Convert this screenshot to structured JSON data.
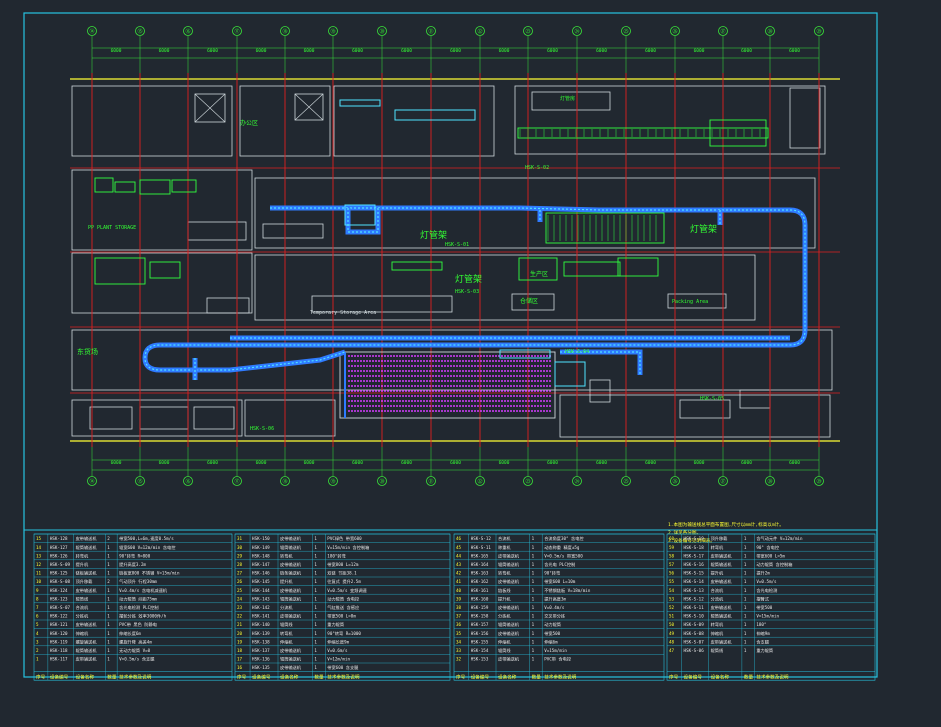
{
  "colors": {
    "background": "#212830",
    "frame": "#27c3e0",
    "grid_axis": "#e02020",
    "building": "#cfd8dc",
    "dim": "#39e639",
    "text_green": "#33ff33",
    "text_yellow": "#ffff33",
    "conveyor_blue": "#2f7bff",
    "conveyor_cyan": "#4fe3ff",
    "storage_purple": "#d63cff",
    "equipment_green": "#30ff40",
    "table_text": "#e8e8e8"
  },
  "axes": {
    "top": [
      "⑭",
      "⑮",
      "⑯",
      "⑰",
      "⑱",
      "⑲",
      "⑳",
      "㉑",
      "㉒",
      "㉓",
      "㉔",
      "㉕",
      "㉖",
      "㉗",
      "㉘",
      "㉙"
    ],
    "bottom": [
      "⑭",
      "⑮",
      "⑯",
      "⑰",
      "⑱",
      "⑲",
      "⑳",
      "㉑",
      "㉒",
      "㉓",
      "㉔",
      "㉕",
      "㉖",
      "㉗",
      "㉘",
      "㉙"
    ]
  },
  "dims_top": [
    "6000",
    "6000",
    "6000",
    "6000",
    "6000",
    "6000",
    "6000",
    "6000",
    "6000",
    "6000",
    "6000",
    "6000",
    "6000",
    "6000",
    "6000"
  ],
  "dims_bottom": [
    "6000",
    "6000",
    "6000",
    "6000",
    "6000",
    "6000",
    "6000",
    "6000",
    "6000",
    "6000",
    "6000",
    "6000",
    "6000",
    "6000",
    "6000"
  ],
  "labels": {
    "east_cargo": "东货场",
    "north_building": "灯管房",
    "left_building": "PP PLANT STORAGE",
    "temp_store": "Temporary Storage Area",
    "light_pipe_1": "灯管架",
    "light_pipe_2": "灯管架",
    "light_pipe_3": "灯管架",
    "area_code_1": "HSK-S-01",
    "area_code_2": "HSK-S-02",
    "area_code_3": "HSK-S-03",
    "area_code_4": "HSK-S-04",
    "area_code_5": "HSK-S-05",
    "area_code_6": "HSK-S-06",
    "production_area": "生产区",
    "office": "办公区",
    "wh_label": "仓储区",
    "plant_label": "Packing Area"
  },
  "notes": [
    "1.本图为输送线总平面布置图,尺寸以mm计,标高以m计。",
    "2.详见各分图。",
    "3.设备编号见明细表。"
  ],
  "table": {
    "footer": [
      "序号",
      "设备编号",
      "设备名称",
      "数量",
      "技术参数及说明"
    ],
    "col1": {
      "rows": [
        [
          "15",
          "HSK-128",
          "皮带输送机",
          "2",
          "带宽500,L=6m,速度0.5m/s"
        ],
        [
          "14",
          "HSK-127",
          "辊筒输送机",
          "1",
          "辊宽600 V=12m/min 含电控"
        ],
        [
          "13",
          "HSK-126",
          "转弯机",
          "1",
          "90°转弯 R=800"
        ],
        [
          "12",
          "HSK-S-09",
          "提升机",
          "1",
          "提升高度3.2m"
        ],
        [
          "11",
          "HSK-125",
          "链板输送机",
          "1",
          "链板宽800 不锈钢 V=15m/min"
        ],
        [
          "10",
          "HSK-S-08",
          "顶升移载",
          "2",
          "气动顶升 行程30mm"
        ],
        [
          "9",
          "HSK-124",
          "皮带输送机",
          "1",
          "V=0.4m/s 含电机减速机"
        ],
        [
          "8",
          "HSK-123",
          "辊筒线",
          "1",
          "动力辊筒 间距75mm"
        ],
        [
          "7",
          "HSK-S-07",
          "合流机",
          "1",
          "含光电检测 PLC控制"
        ],
        [
          "6",
          "HSK-122",
          "分拣机",
          "1",
          "摆轮分拣 效率3000件/h"
        ],
        [
          "5",
          "HSK-121",
          "皮带输送机",
          "1",
          "PVC带 黑色 防静电"
        ],
        [
          "4",
          "HSK-120",
          "伸缩机",
          "1",
          "伸缩长度6m"
        ],
        [
          "3",
          "HSK-119",
          "螺旋输送机",
          "1",
          "螺旋升降 高差4m"
        ],
        [
          "2",
          "HSK-118",
          "辊筒输送机",
          "1",
          "无动力辊筒 V=0"
        ],
        [
          "1",
          "HSK-117",
          "皮带输送机",
          "1",
          "V=0.5m/s 含支腿"
        ]
      ]
    },
    "col2": {
      "rows": [
        [
          "31",
          "HSK-150",
          "皮带输送机",
          "1",
          "PVC绿色 带宽600"
        ],
        [
          "30",
          "HSK-149",
          "辊筒输送机",
          "1",
          "V=15m/min 含控制箱"
        ],
        [
          "29",
          "HSK-148",
          "转弯机",
          "1",
          "180°转弯"
        ],
        [
          "28",
          "HSK-147",
          "皮带输送机",
          "1",
          "带宽800 L=12m"
        ],
        [
          "27",
          "HSK-146",
          "链条输送机",
          "1",
          "双链 节距38.1"
        ],
        [
          "26",
          "HSK-145",
          "提升机",
          "1",
          "往复式 提升2.5m"
        ],
        [
          "25",
          "HSK-144",
          "皮带输送机",
          "1",
          "V=0.5m/s 变频调速"
        ],
        [
          "24",
          "HSK-143",
          "辊筒输送机",
          "1",
          "动力辊筒 含电控"
        ],
        [
          "23",
          "HSK-142",
          "分流机",
          "1",
          "气缸推送 含感应"
        ],
        [
          "22",
          "HSK-141",
          "皮带输送机",
          "1",
          "带宽500 L=8m"
        ],
        [
          "21",
          "HSK-140",
          "辊筒线",
          "1",
          "重力辊筒"
        ],
        [
          "20",
          "HSK-139",
          "转弯机",
          "1",
          "90°转弯 R=1000"
        ],
        [
          "19",
          "HSK-138",
          "伸缩机",
          "1",
          "伸缩长度9m"
        ],
        [
          "18",
          "HSK-137",
          "皮带输送机",
          "1",
          "V=0.6m/s"
        ],
        [
          "17",
          "HSK-136",
          "辊筒输送机",
          "1",
          "V=12m/min"
        ],
        [
          "16",
          "HSK-135",
          "皮带输送机",
          "1",
          "带宽600 含支腿"
        ]
      ]
    },
    "col3": {
      "rows": [
        [
          "46",
          "HSK-S-12",
          "合流机",
          "1",
          "合流角度30° 含电控"
        ],
        [
          "45",
          "HSK-S-11",
          "称重机",
          "1",
          "动态称重 精度±5g"
        ],
        [
          "44",
          "HSK-165",
          "皮带输送机",
          "1",
          "V=0.5m/s 带宽500"
        ],
        [
          "43",
          "HSK-164",
          "辊筒输送机",
          "1",
          "含光电 PLC控制"
        ],
        [
          "42",
          "HSK-163",
          "转弯机",
          "1",
          "90°转弯"
        ],
        [
          "41",
          "HSK-162",
          "皮带输送机",
          "1",
          "带宽600 L=10m"
        ],
        [
          "40",
          "HSK-161",
          "链板线",
          "1",
          "不锈钢链板 V=18m/min"
        ],
        [
          "39",
          "HSK-160",
          "提升机",
          "1",
          "提升高度3m"
        ],
        [
          "38",
          "HSK-159",
          "皮带输送机",
          "1",
          "V=0.4m/s"
        ],
        [
          "37",
          "HSK-158",
          "分拣机",
          "1",
          "交叉带分拣"
        ],
        [
          "36",
          "HSK-157",
          "辊筒输送机",
          "1",
          "动力辊筒"
        ],
        [
          "35",
          "HSK-156",
          "皮带输送机",
          "1",
          "带宽500"
        ],
        [
          "34",
          "HSK-155",
          "伸缩机",
          "1",
          "伸缩6m"
        ],
        [
          "33",
          "HSK-154",
          "辊筒线",
          "1",
          "V=15m/min"
        ],
        [
          "32",
          "HSK-153",
          "皮带输送机",
          "1",
          "PVC带 含电控"
        ]
      ]
    },
    "col4": {
      "rows": [
        [
          "60",
          "HSK-S-19",
          "顶升移载",
          "1",
          "含气动元件 V=12m/min"
        ],
        [
          "59",
          "HSK-S-18",
          "转弯机",
          "1",
          "90° 含电控"
        ],
        [
          "58",
          "HSK-S-17",
          "皮带输送机",
          "1",
          "带宽600 L=5m"
        ],
        [
          "57",
          "HSK-S-16",
          "辊筒输送机",
          "1",
          "动力辊筒 含控制箱"
        ],
        [
          "56",
          "HSK-S-15",
          "提升机",
          "1",
          "提升2m"
        ],
        [
          "55",
          "HSK-S-14",
          "皮带输送机",
          "1",
          "V=0.5m/s"
        ],
        [
          "54",
          "HSK-S-13",
          "合流机",
          "1",
          "含光电检测"
        ],
        [
          "53",
          "HSK-S-12",
          "分流机",
          "1",
          "摆臂式"
        ],
        [
          "52",
          "HSK-S-11",
          "皮带输送机",
          "1",
          "带宽500"
        ],
        [
          "51",
          "HSK-S-10",
          "辊筒输送机",
          "1",
          "V=15m/min"
        ],
        [
          "50",
          "HSK-S-09",
          "转弯机",
          "1",
          "180°"
        ],
        [
          "49",
          "HSK-S-08",
          "伸缩机",
          "1",
          "伸缩9m"
        ],
        [
          "48",
          "HSK-S-07",
          "皮带输送机",
          "1",
          "含支腿"
        ],
        [
          "47",
          "HSK-S-06",
          "辊筒线",
          "1",
          "重力辊筒"
        ]
      ]
    }
  }
}
